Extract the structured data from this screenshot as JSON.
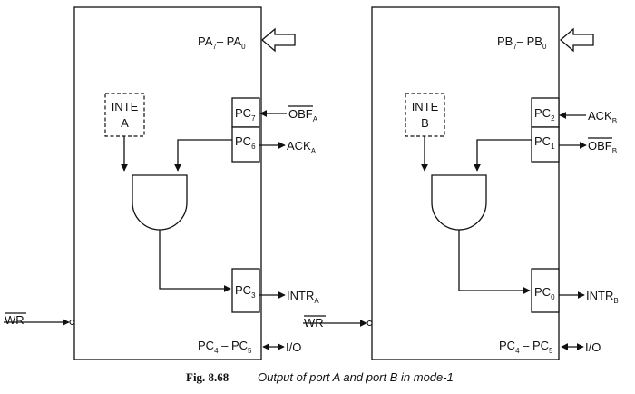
{
  "portA": {
    "port_label": "PA",
    "port_sub_hi": "7",
    "port_dash": "– PA",
    "port_sub_lo": "0",
    "inte_line1": "INTE",
    "inte_line2": "A",
    "pc_top": "PC",
    "pc_top_sub": "7",
    "pc_mid": "PC",
    "pc_mid_sub": "6",
    "pc_bot": "PC",
    "pc_bot_sub": "3",
    "sig_top": "OBF",
    "sig_top_sub": "A",
    "sig_mid": "ACK",
    "sig_mid_sub": "A",
    "sig_bot": "INTR",
    "sig_bot_sub": "A",
    "io_pc1": "PC",
    "io_pc1_sub": "4",
    "io_dash": " – PC",
    "io_pc2_sub": "5",
    "io": "I/O",
    "wr": "WR"
  },
  "portB": {
    "port_label": "PB",
    "port_sub_hi": "7",
    "port_dash": "– PB",
    "port_sub_lo": "0",
    "inte_line1": "INTE",
    "inte_line2": "B",
    "pc_top": "PC",
    "pc_top_sub": "2",
    "pc_mid": "PC",
    "pc_mid_sub": "1",
    "pc_bot": "PC",
    "pc_bot_sub": "0",
    "sig_top": "ACK",
    "sig_top_sub": "B",
    "sig_mid": "OBF",
    "sig_mid_sub": "B",
    "sig_bot": "INTR",
    "sig_bot_sub": "B",
    "io_pc1": "PC",
    "io_pc1_sub": "4",
    "io_dash": " – PC",
    "io_pc2_sub": "5",
    "io": "I/O",
    "wr": "WR"
  },
  "caption": {
    "fig": "Fig. 8.68",
    "text": "Output of port A and port B in mode-1"
  }
}
